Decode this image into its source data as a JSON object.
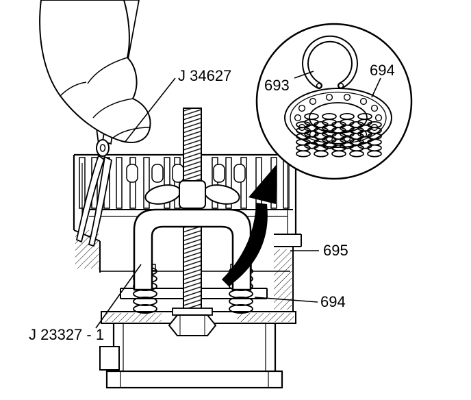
{
  "figure": {
    "type": "technical-line-illustration",
    "colors": {
      "ink": "#000000",
      "paper": "#ffffff"
    }
  },
  "callouts": [
    {
      "id": "pliers-tool",
      "text": "J 34627"
    },
    {
      "id": "snap-ring",
      "text": "693"
    },
    {
      "id": "spring-retainer-inset",
      "text": "694"
    },
    {
      "id": "case-bore",
      "text": "695"
    },
    {
      "id": "spring-assembly",
      "text": "694"
    },
    {
      "id": "compressor-tool",
      "text": "J 23327 - 1"
    }
  ]
}
